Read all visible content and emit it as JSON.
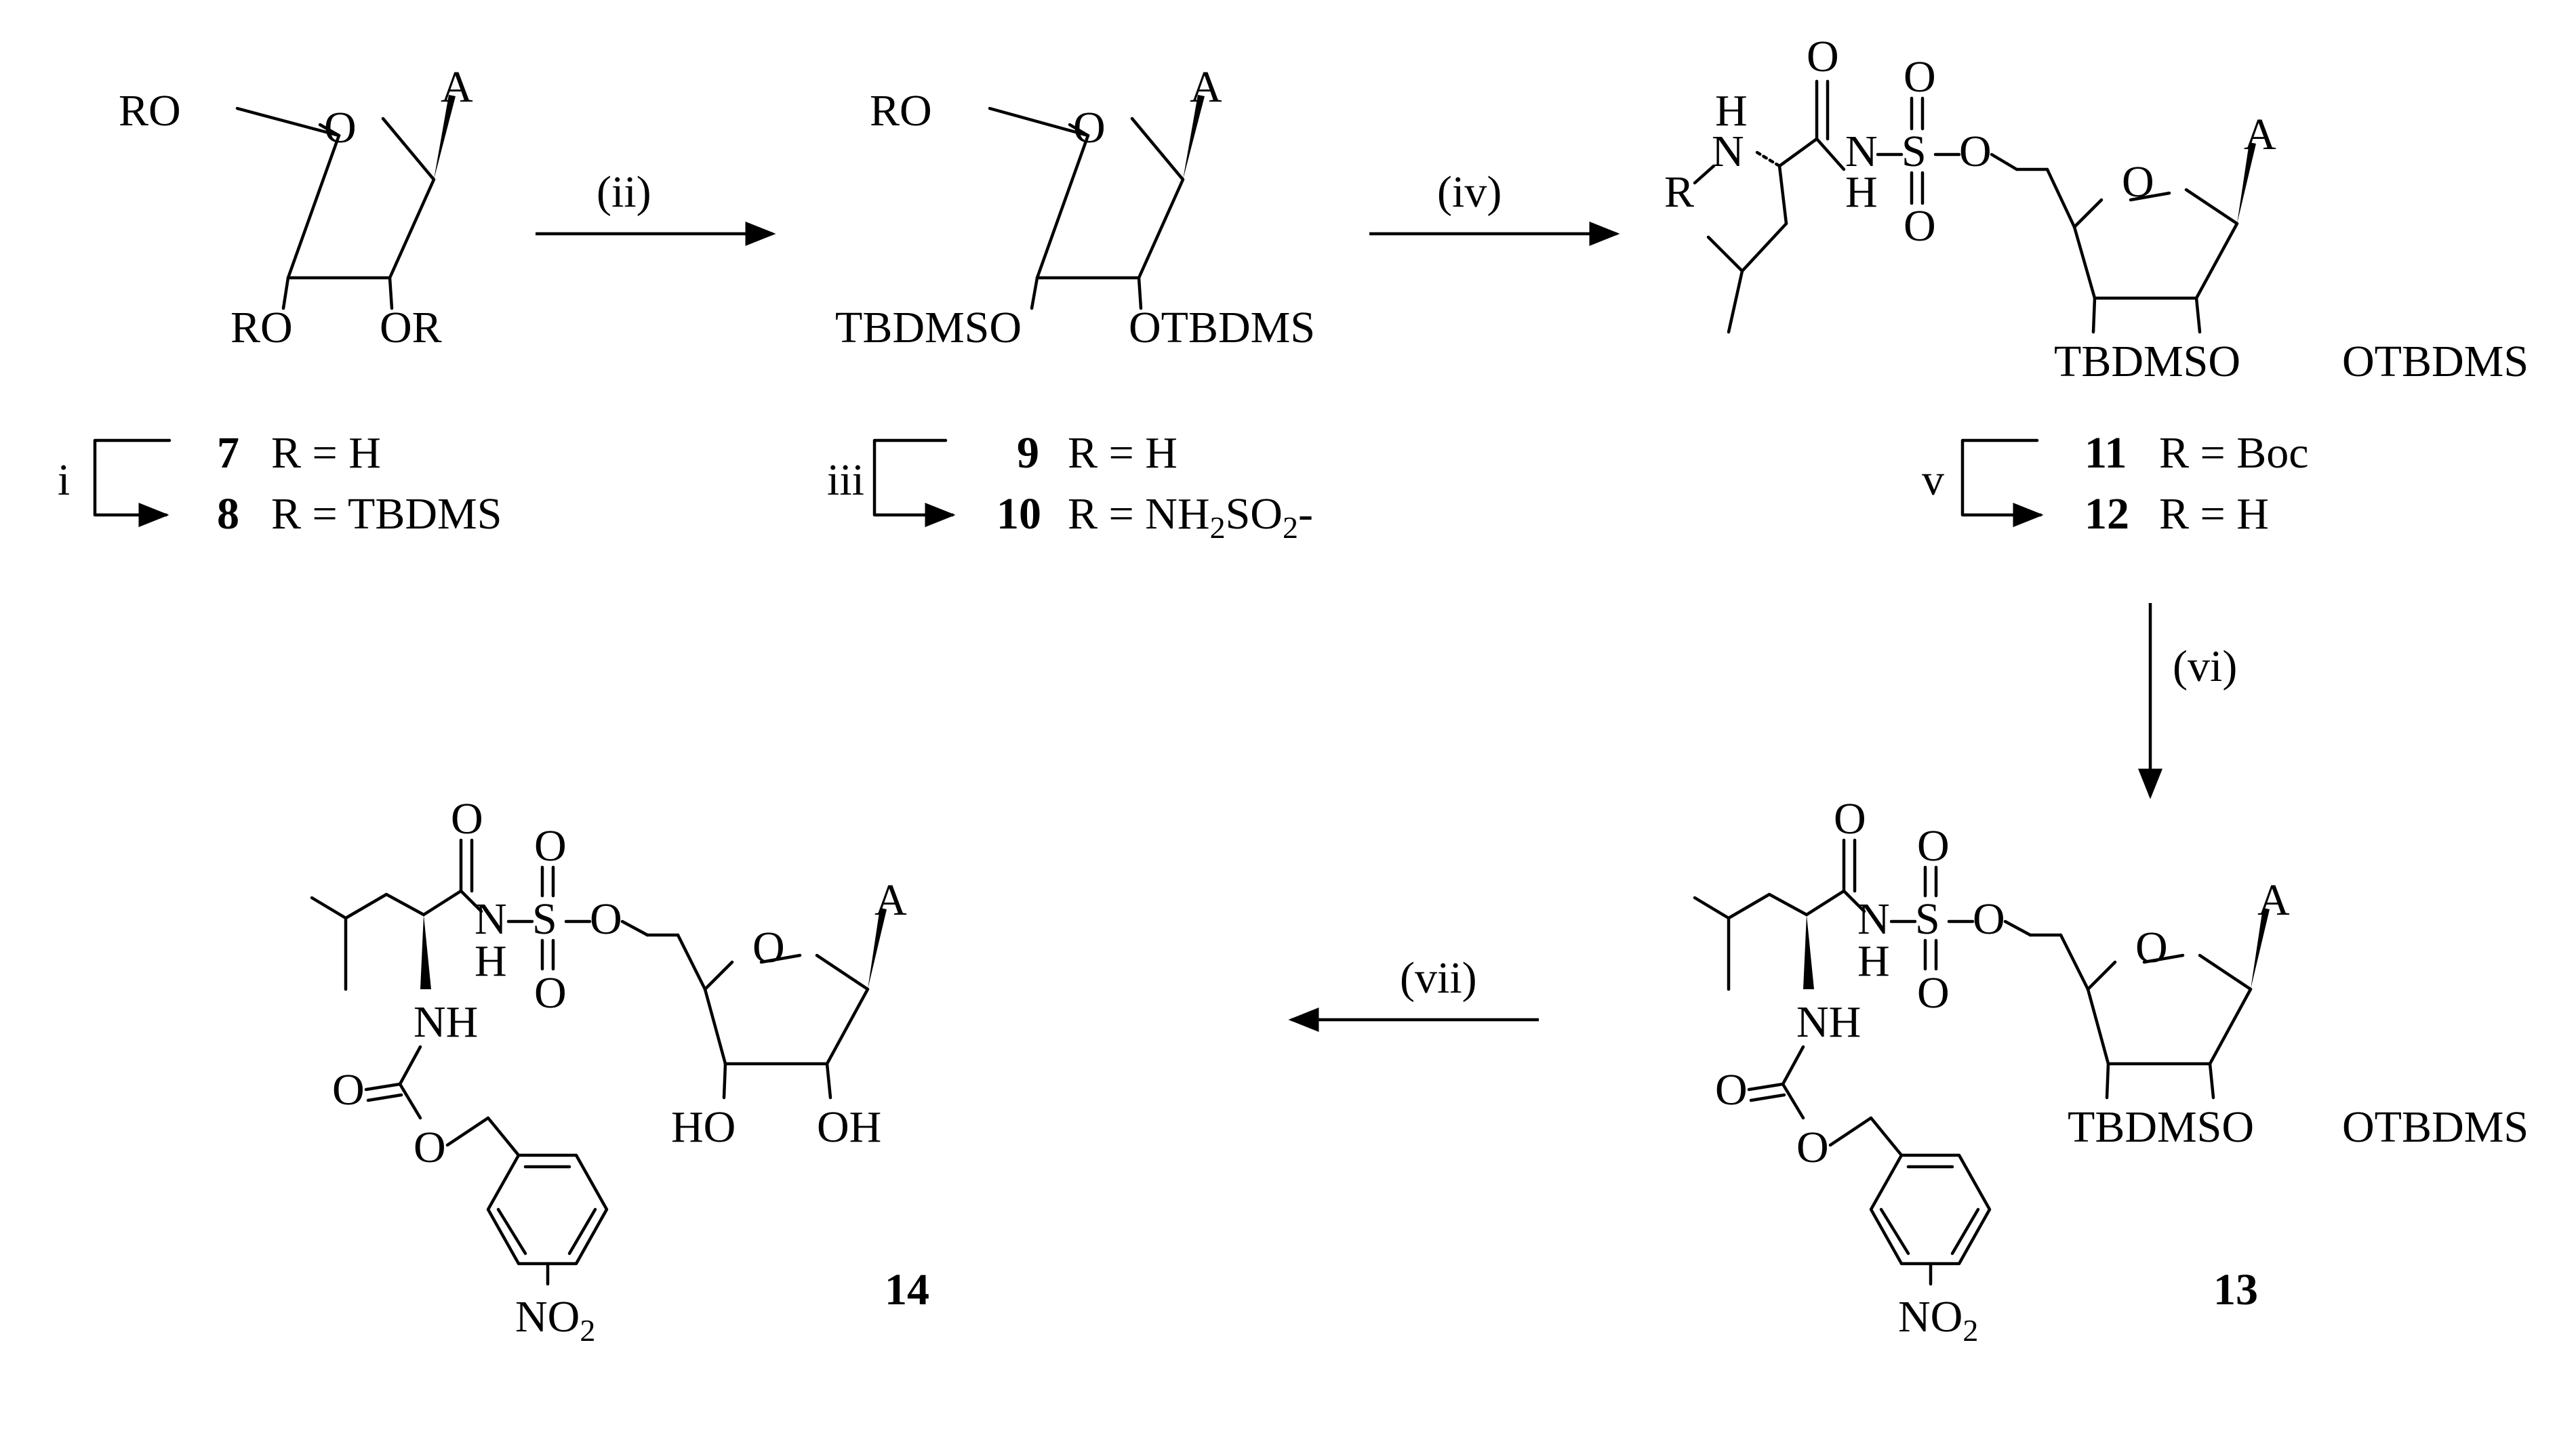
{
  "labels": {
    "A": "A",
    "RO": "RO",
    "OR": "OR",
    "O": "O",
    "R": "R",
    "N": "N",
    "H": "H",
    "S": "S",
    "NH": "NH",
    "NO": "NO",
    "sub2": "2",
    "HO": "HO",
    "OH": "OH",
    "TBDMSO": "TBDMSO",
    "OTBDMS": "OTBDMS",
    "dash": "-",
    "r_eq_h": "R = H",
    "r_eq_tbdms": "R = TBDMS",
    "r_eq_boc": "R = Boc",
    "r_eq_nhso_1": "R = NH",
    "r_eq_nhso_2": "SO",
    "r_eq_nhso_3": "-"
  },
  "compounds": {
    "c7": "7",
    "c8": "8",
    "c9": "9",
    "c10": "10",
    "c11": "11",
    "c12": "12",
    "c13": "13",
    "c14": "14"
  },
  "steps": {
    "i": "i",
    "ii": "(ii)",
    "iii": "iii",
    "iv": "(iv)",
    "v": "v",
    "vi": "(vi)",
    "vii": "(vii)"
  }
}
